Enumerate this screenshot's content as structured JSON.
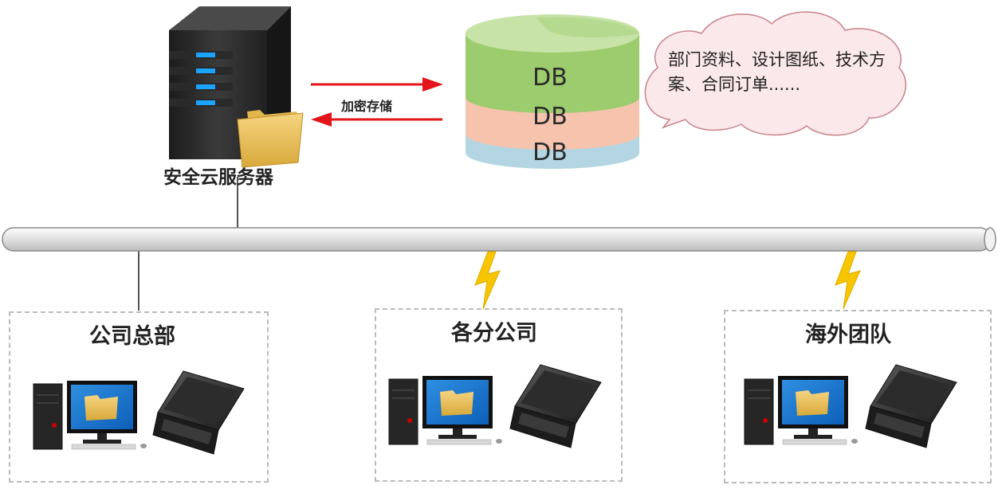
{
  "server": {
    "label": "安全云服务器"
  },
  "arrow": {
    "label": "加密存储"
  },
  "database": {
    "layers": [
      "DB",
      "DB",
      "DB"
    ]
  },
  "bubble": {
    "text": "部门资料、设计图纸、技术方案、合同订单......"
  },
  "sites": [
    {
      "title": "公司总部"
    },
    {
      "title": "各分公司"
    },
    {
      "title": "海外团队"
    }
  ],
  "colors": {
    "arrow": "#e3151a",
    "db_top": "#9ccc6d",
    "db_mid": "#f6c3ad",
    "db_bottom": "#b3d6e2",
    "bolt": "#f7c600",
    "bubble_fill": "#fbe8ea",
    "bubble_border": "#c7838a"
  }
}
